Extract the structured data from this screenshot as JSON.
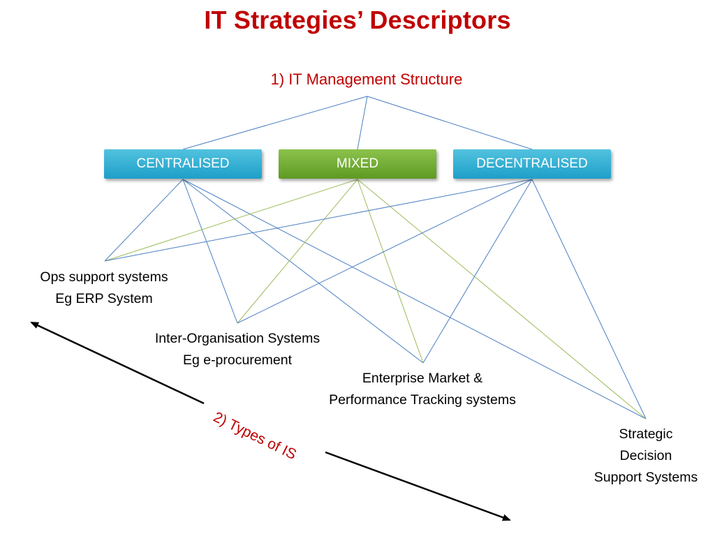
{
  "title": "IT Strategies’ Descriptors",
  "management_structure_label": "1) IT Management Structure",
  "types_label": "2) Types of IS",
  "strategies": [
    {
      "label": "CENTRALISED",
      "color": "#2aa6cd"
    },
    {
      "label": "MIXED",
      "color": "#6fa93a"
    },
    {
      "label": "DECENTRALISED",
      "color": "#2aa6cd"
    }
  ],
  "systems": [
    {
      "line1": "Ops support systems",
      "line2": "Eg ERP System"
    },
    {
      "line1": "Inter-Organisation Systems",
      "line2": "Eg e-procurement"
    },
    {
      "line1": "Enterprise Market &",
      "line2": "Performance Tracking systems"
    },
    {
      "line1": "Strategic",
      "line2": "Decision",
      "line3": "Support Systems"
    }
  ],
  "colors": {
    "title": "#c00000",
    "blue_line": "#4a7fc1",
    "green_line": "#9bbb59",
    "arrow": "#000000"
  }
}
